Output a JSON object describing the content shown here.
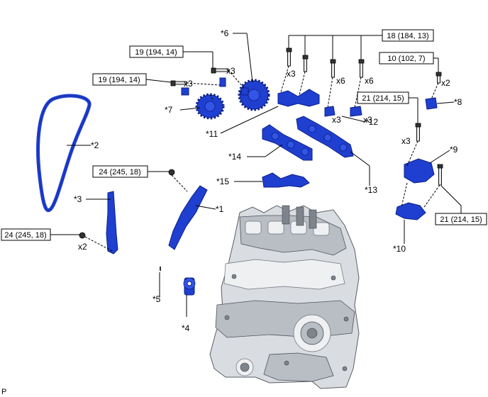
{
  "figure_code": "P",
  "parts": [
    {
      "ref": "*1"
    },
    {
      "ref": "*2"
    },
    {
      "ref": "*3"
    },
    {
      "ref": "*4"
    },
    {
      "ref": "*5"
    },
    {
      "ref": "*6"
    },
    {
      "ref": "*7"
    },
    {
      "ref": "*8"
    },
    {
      "ref": "*9"
    },
    {
      "ref": "*10"
    },
    {
      "ref": "*11"
    },
    {
      "ref": "*12"
    },
    {
      "ref": "*13"
    },
    {
      "ref": "*14"
    },
    {
      "ref": "*15"
    }
  ],
  "torques": [
    {
      "text": "18 (184, 13)"
    },
    {
      "text": "10 (102, 7)"
    },
    {
      "text": "19 (194, 14)"
    },
    {
      "text": "19 (194, 14)"
    },
    {
      "text": "21 (214, 15)"
    },
    {
      "text": "24 (245, 18)"
    },
    {
      "text": "21 (214, 15)"
    },
    {
      "text": "24 (245, 18)"
    }
  ],
  "quantities": [
    {
      "text": "x3"
    },
    {
      "text": "x3"
    },
    {
      "text": "x6"
    },
    {
      "text": "x6"
    },
    {
      "text": "x3"
    },
    {
      "text": "x3"
    },
    {
      "text": "x2"
    },
    {
      "text": "x3"
    },
    {
      "text": "x2"
    }
  ],
  "colors": {
    "part_blue": "#1f3fd0",
    "engine_gray": "#d9dce0"
  }
}
